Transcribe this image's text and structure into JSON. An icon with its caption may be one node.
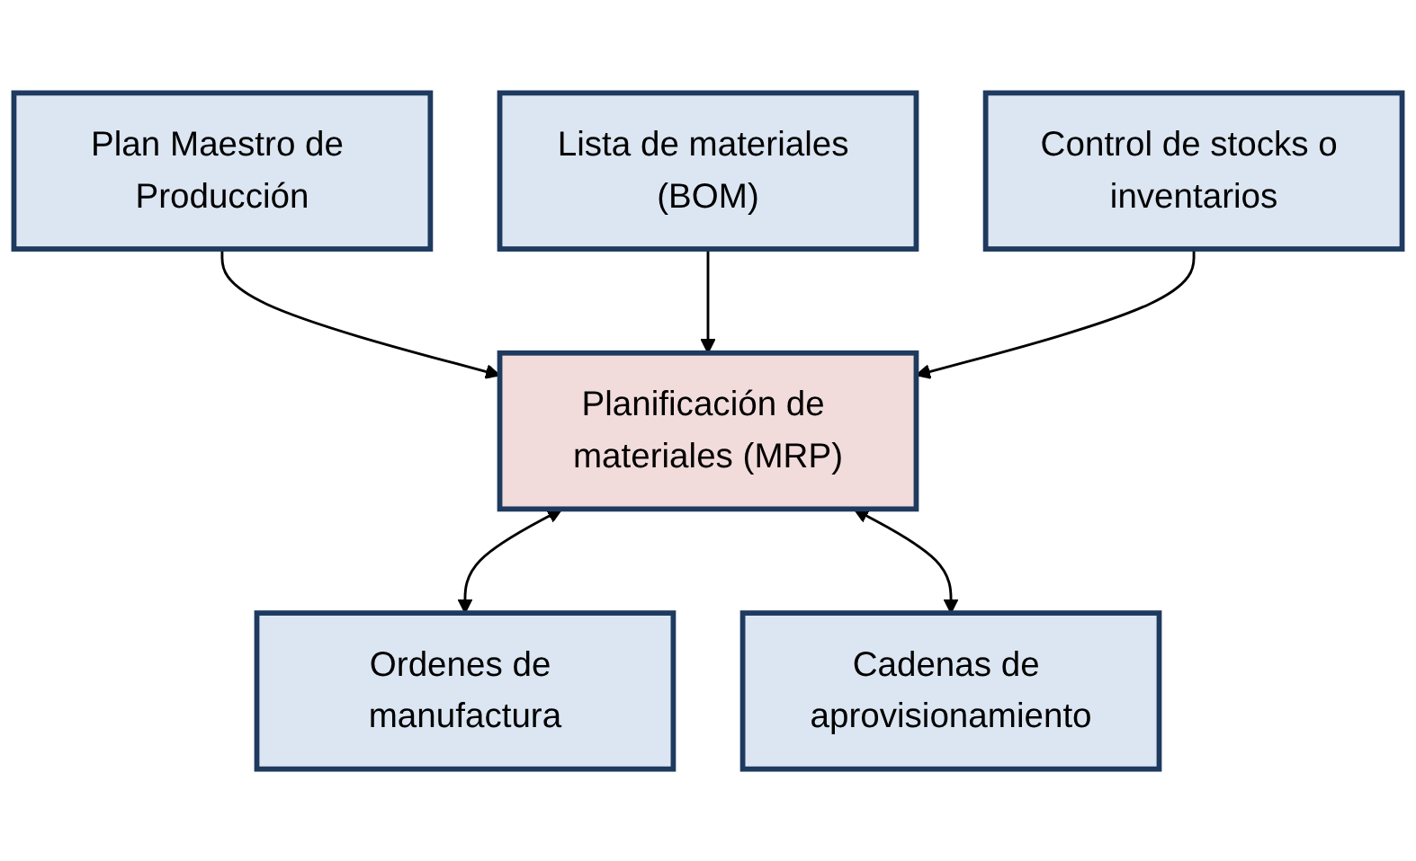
{
  "diagram": {
    "nodes": [
      {
        "text": [
          "Plan Maestro de Producción"
        ]
      },
      {
        "text": [
          "Lista de materiales (BOM)"
        ]
      },
      {
        "text": [
          "Planificación de materiales (MRP)"
        ]
      },
      {
        "text": [
          "Control de stocks o inventarios"
        ]
      },
      {
        "text": [
          "Ordenes de manufactura"
        ]
      },
      {
        "text": [
          "Cadenas de aprovisionamiento"
        ]
      }
    ],
    "edges": [
      {
        "from": 0,
        "to": 2,
        "arrow": "to"
      },
      {
        "from": 1,
        "to": 2,
        "arrow": "to"
      },
      {
        "from": 3,
        "to": 2,
        "arrow": "to"
      },
      {
        "from": 2,
        "to": 4,
        "arrow": "both"
      },
      {
        "from": 2,
        "to": 5,
        "arrow": "both"
      }
    ]
  }
}
